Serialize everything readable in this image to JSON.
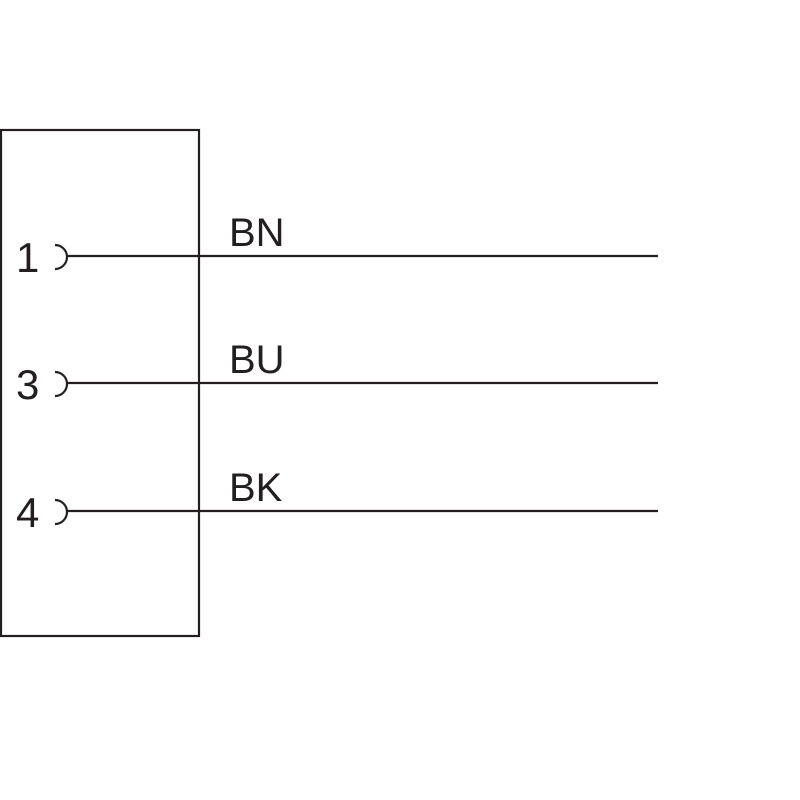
{
  "diagram": {
    "wires": [
      {
        "pin": "1",
        "color_code": "BN"
      },
      {
        "pin": "3",
        "color_code": "BU"
      },
      {
        "pin": "4",
        "color_code": "BK"
      }
    ],
    "line_color": "#231f20",
    "background": "#ffffff"
  }
}
